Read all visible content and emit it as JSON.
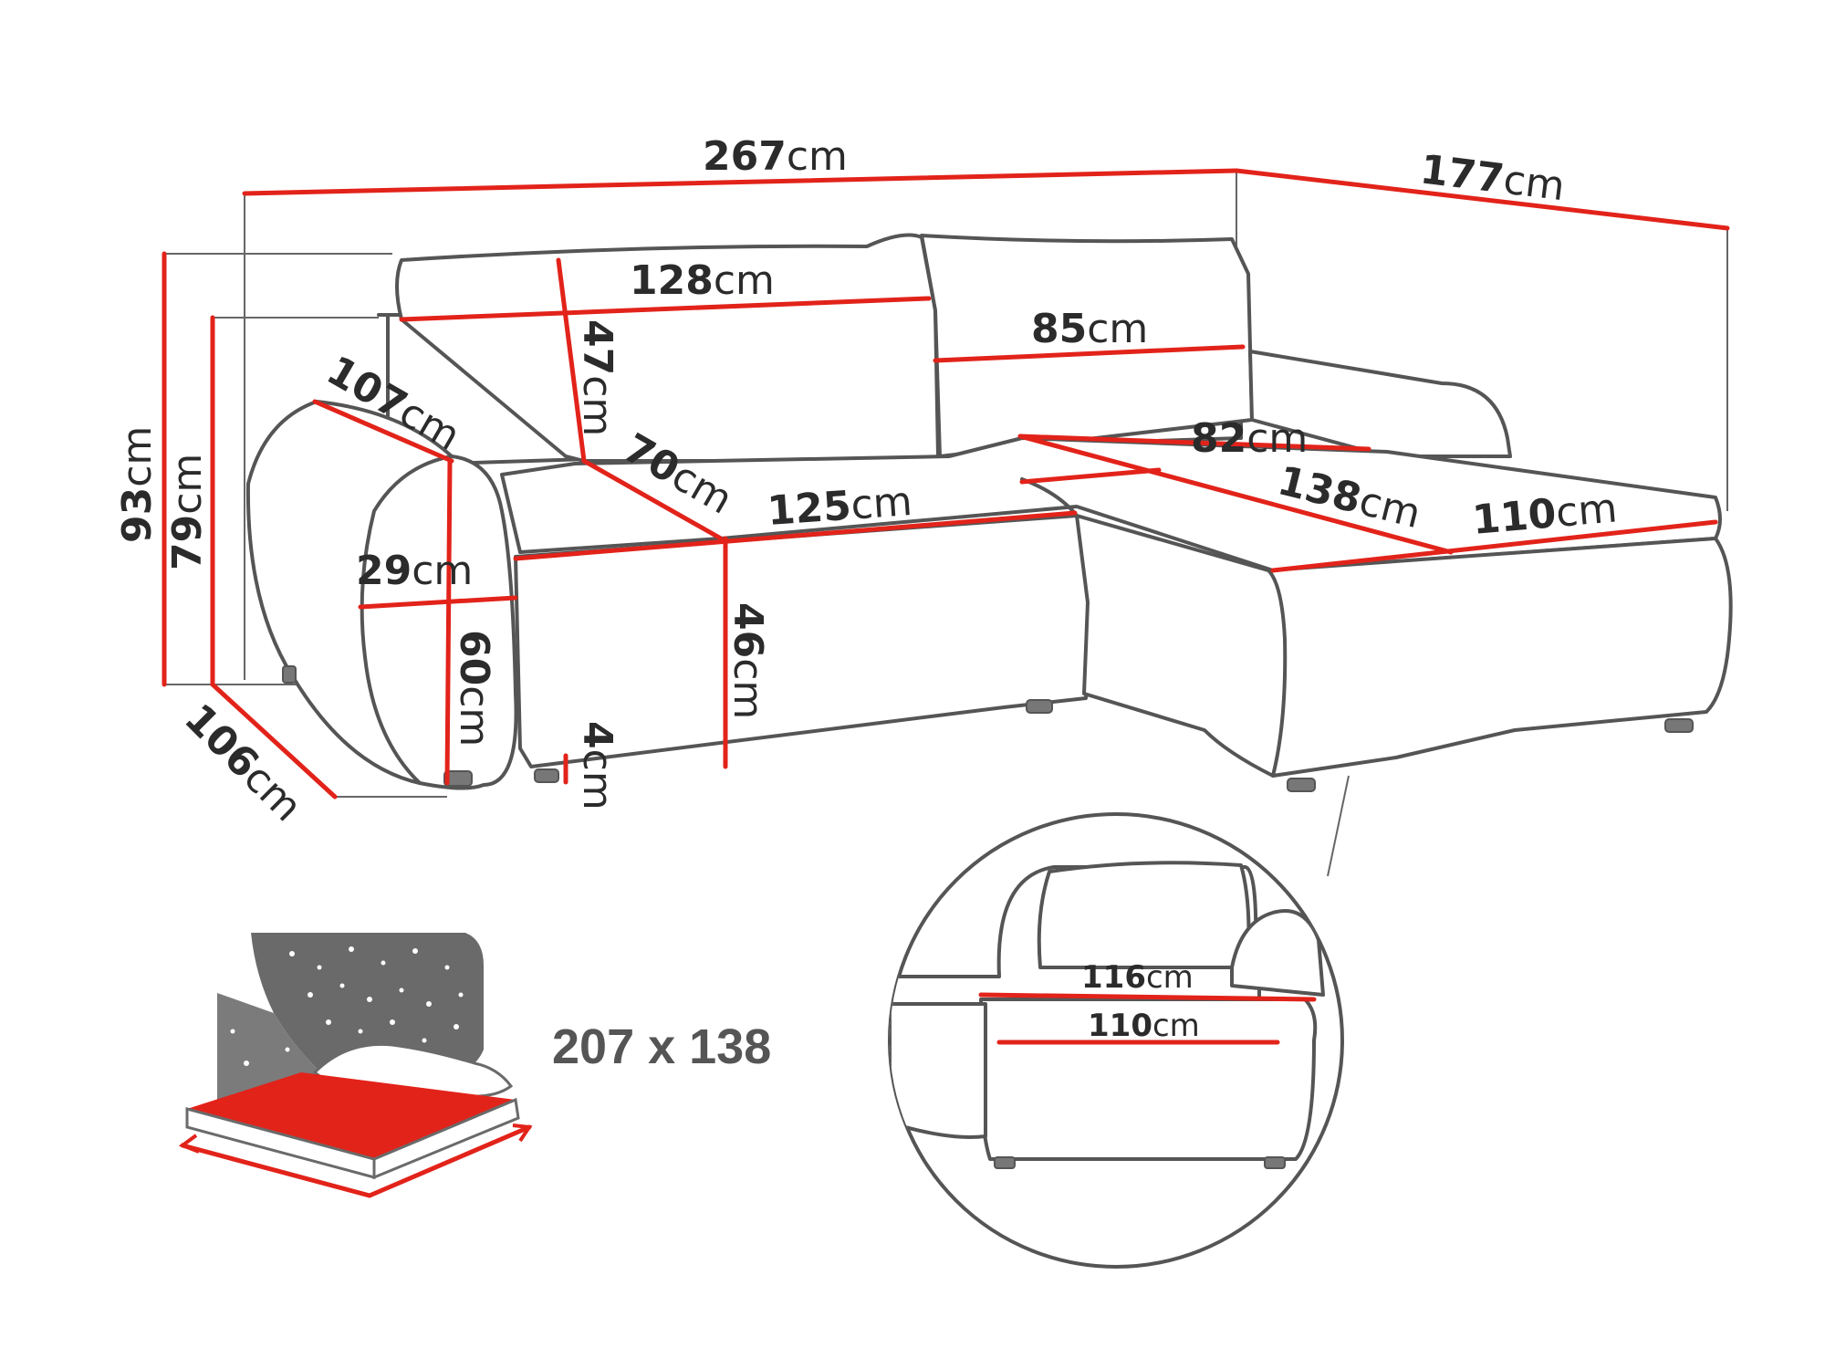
{
  "unit": "cm",
  "colors": {
    "outline": "#555555",
    "measure": "#e2231a",
    "text": "#2b2b2b",
    "bed_icon": "#6a6a6a"
  },
  "dimensions": {
    "total_width": "267",
    "chaise_length": "177",
    "backrest_cushion_width": "128",
    "chaise_cushion_width": "85",
    "armrest_length": "107",
    "backrest_height": "47",
    "seat_depth": "70",
    "seat_width": "125",
    "chaise_seat_width": "82",
    "chaise_seat_length": "138",
    "chaise_width": "110",
    "armrest_width": "29",
    "armrest_height": "60",
    "seat_height": "46",
    "leg_height": "4",
    "total_height": "93",
    "backrest_total_height": "79",
    "total_depth": "106"
  },
  "detail": {
    "top_width": "116",
    "bottom_width": "110"
  },
  "sleeping_area": {
    "label": "207 x 138",
    "icon": "bed-icon"
  }
}
